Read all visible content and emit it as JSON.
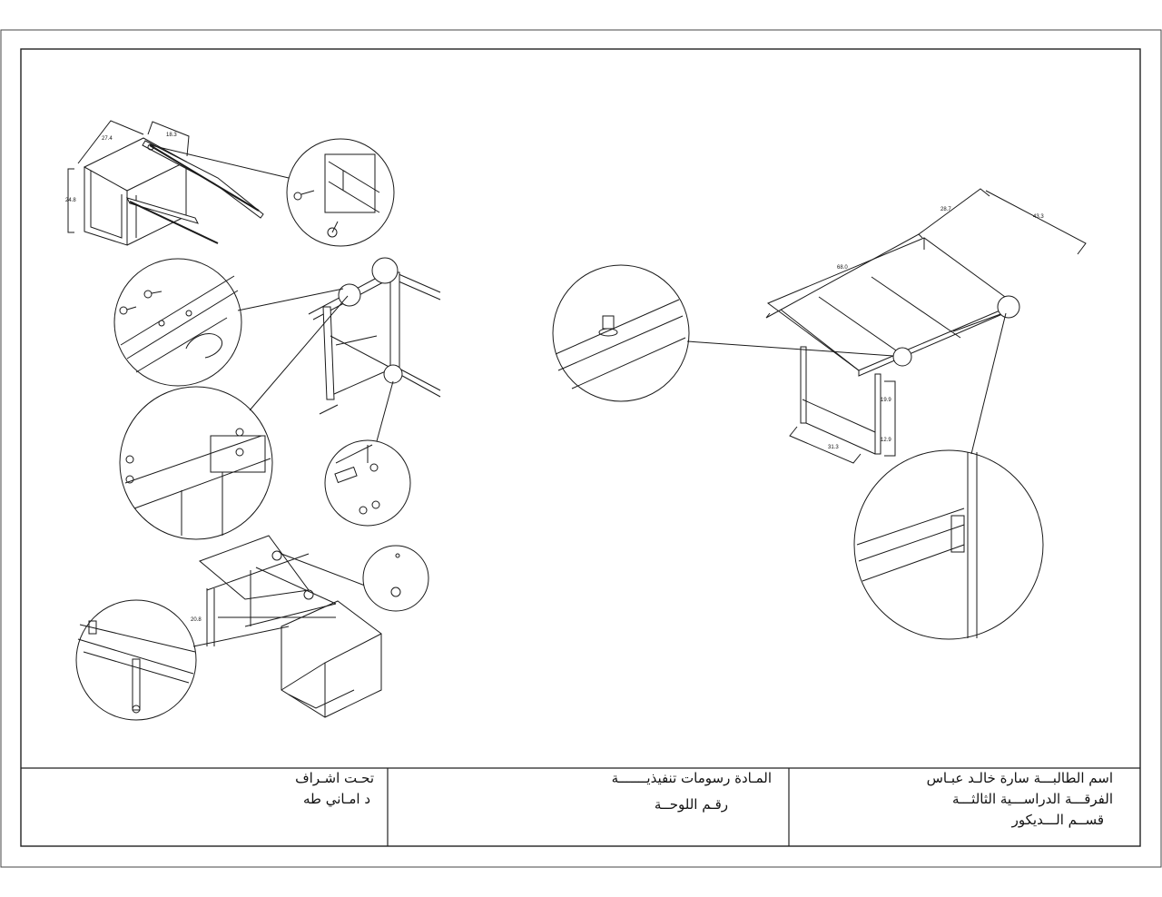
{
  "dimensions": {
    "cabinet_depth": "27.4",
    "cabinet_width": "18.3",
    "cabinet_height": "24.8",
    "unit_height": "20.8",
    "table_length": "68.0",
    "table_width": "28.7",
    "table_span": "43.3",
    "leg_upper": "19.9",
    "leg_lower": "12.9",
    "base_width": "31.3"
  },
  "title_block": {
    "student": {
      "line1": "اسم الطالبـــة سارة خالـد عبـاس",
      "line2": "الفرقـــة الدراســـية الثالثـــة",
      "line3": "قســم الـــديكور"
    },
    "subject": {
      "line1": "المـادة رسومات تنفيذيـــــــة",
      "line2": "رقـم اللوحــة"
    },
    "supervisor": {
      "line1": "تحـت اشـراف",
      "line2": "د امـاني طه"
    }
  }
}
